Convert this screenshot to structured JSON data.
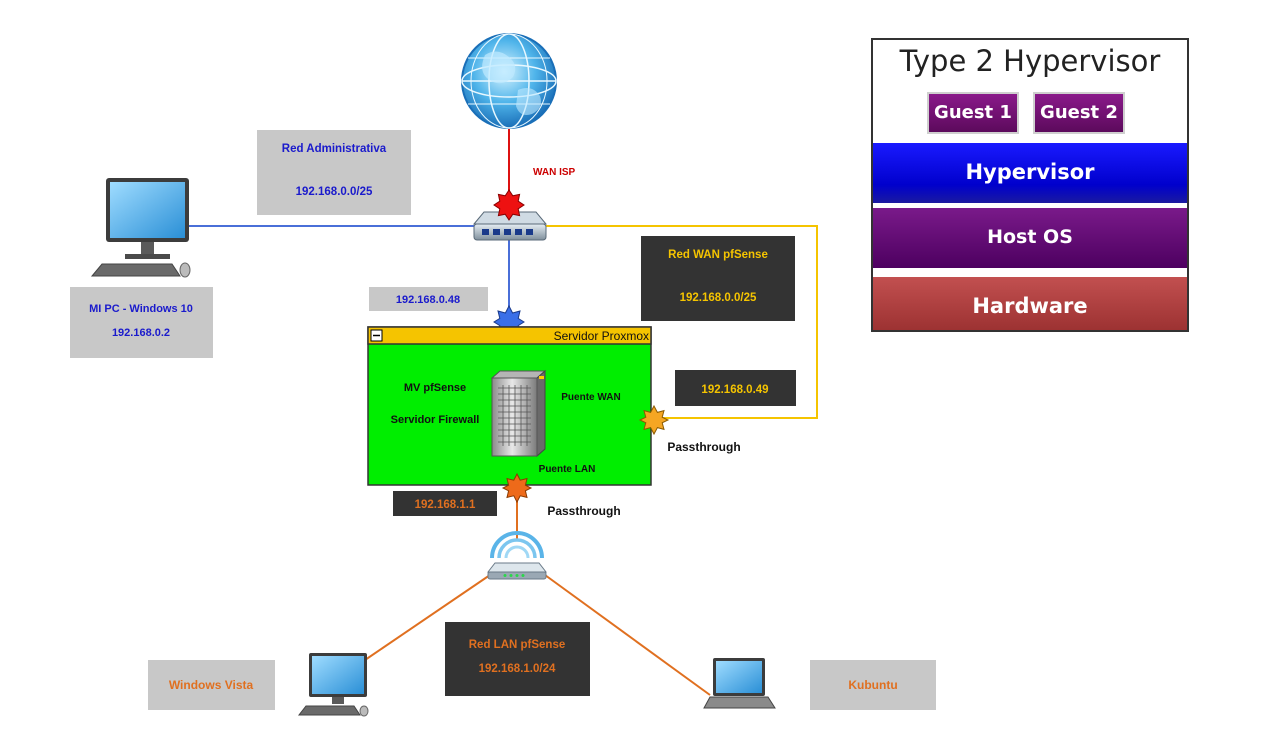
{
  "diagram": {
    "nodes": {
      "internet_cloud": {},
      "main_switch": {},
      "admin_pc": {},
      "pfsense_server": {},
      "wifi_router": {},
      "vista_pc": {},
      "kubuntu_laptop": {}
    },
    "labels": {
      "wan_isp": "WAN ISP",
      "red_administrativa_title": "Red Administrativa",
      "red_administrativa_subnet": "192.168.0.0/25",
      "mi_pc_name": "MI PC - Windows 10",
      "mi_pc_ip": "192.168.0.2",
      "proxmox_ip": "192.168.0.48",
      "red_wan_title": "Red WAN pfSense",
      "red_wan_subnet": "192.168.0.0/25",
      "wan_bridge_ip": "192.168.0.49",
      "proxmox_title": "Servidor Proxmox",
      "mv_pfsense": "MV pfSense",
      "servidor_firewall": "Servidor Firewall",
      "puente_wan": "Puente WAN",
      "puente_lan": "Puente LAN",
      "passthrough_wan": "Passthrough",
      "lan_gateway_ip": "192.168.1.1",
      "passthrough_lan": "Passthrough",
      "red_lan_title": "Red LAN pfSense",
      "red_lan_subnet": "192.168.1.0/24",
      "windows_vista": "Windows Vista",
      "kubuntu": "Kubuntu"
    },
    "colors": {
      "admin_blue": "#1a1acc",
      "wan_red": "#cc0000",
      "wan_yellow": "#f5c400",
      "lan_orange": "#e07020",
      "proxmox_green": "#00ee00",
      "proxmox_header": "#f5c400",
      "gray_box": "#c8c8c8",
      "dark_box": "#333333"
    }
  },
  "hypervisor_panel": {
    "title": "Type 2 Hypervisor",
    "guest1": "Guest 1",
    "guest2": "Guest 2",
    "hypervisor": "Hypervisor",
    "host_os": "Host OS",
    "hardware": "Hardware"
  }
}
